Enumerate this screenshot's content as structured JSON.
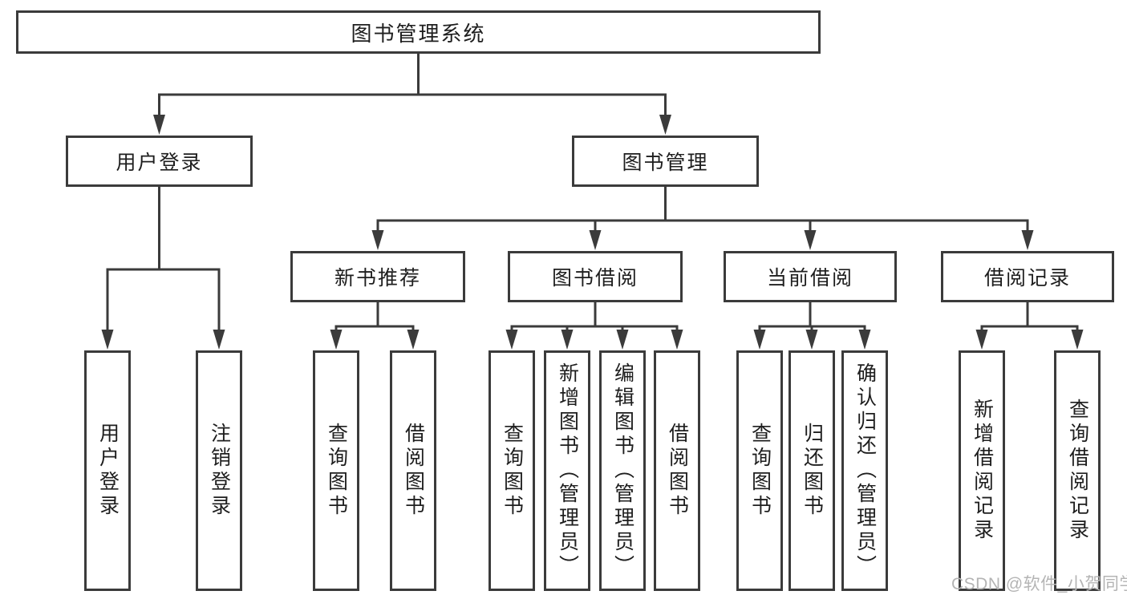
{
  "diagram": {
    "root": {
      "label": "图书管理系统",
      "children": [
        {
          "label": "用户登录",
          "children": [
            {
              "label": "用户登录"
            },
            {
              "label": "注销登录"
            }
          ]
        },
        {
          "label": "图书管理",
          "children": [
            {
              "label": "新书推荐",
              "children": [
                {
                  "label": "查询图书"
                },
                {
                  "label": "借阅图书"
                }
              ]
            },
            {
              "label": "图书借阅",
              "children": [
                {
                  "label": "查询图书"
                },
                {
                  "label": "新增图书（管理员）"
                },
                {
                  "label": "编辑图书（管理员）"
                },
                {
                  "label": "借阅图书"
                }
              ]
            },
            {
              "label": "当前借阅",
              "children": [
                {
                  "label": "查询图书"
                },
                {
                  "label": "归还图书"
                },
                {
                  "label": "确认归还（管理员）"
                }
              ]
            },
            {
              "label": "借阅记录",
              "children": [
                {
                  "label": "新增借阅记录"
                },
                {
                  "label": "查询借阅记录"
                }
              ]
            }
          ]
        }
      ]
    }
  },
  "watermark": {
    "text": "CSDN @软件_小贺同学"
  },
  "colors": {
    "line": "#3b3b3b",
    "text": "#1e1e1e",
    "watermark": "#b4b4b4",
    "background": "#ffffff"
  }
}
